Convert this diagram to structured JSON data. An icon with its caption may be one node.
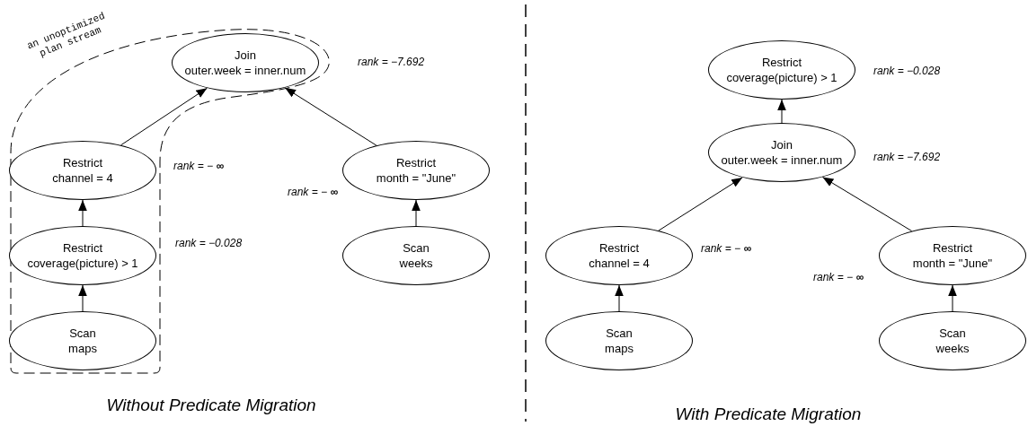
{
  "diagram": {
    "nodes": [
      {
        "text": [
          "Join",
          "outer.week = inner.num"
        ],
        "beside": [
          "rank = −7.692"
        ]
      },
      {
        "text": [
          "Restrict",
          "channel = 4"
        ],
        "beside": [
          "rank = − **∞**"
        ]
      },
      {
        "text": [
          "Restrict",
          "month = \"June\""
        ],
        "beside": [
          "rank = − **∞**"
        ]
      },
      {
        "text": [
          "Restrict",
          "coverage(picture) > 1"
        ],
        "beside": [
          "rank = −0.028"
        ]
      },
      {
        "text": [
          "Scan",
          "maps"
        ]
      },
      {
        "text": [
          "Scan",
          "weeks"
        ]
      },
      {
        "text": [
          "Restrict",
          "coverage(picture) > 1"
        ],
        "beside": [
          "rank = −0.028"
        ]
      },
      {
        "text": [
          "Join",
          "outer.week = inner.num"
        ],
        "beside": [
          "rank = −7.692"
        ]
      },
      {
        "text": [
          "Restrict",
          "channel = 4"
        ],
        "beside": [
          "rank = − **∞**"
        ]
      },
      {
        "text": [
          "Restrict",
          "month = \"June\""
        ],
        "beside": [
          "rank = − **∞**"
        ]
      },
      {
        "text": [
          "Scan",
          "maps"
        ]
      },
      {
        "text": [
          "Scan",
          "weeks"
        ]
      }
    ],
    "edges": [
      {
        "from": 1,
        "to": 0,
        "arrow": "to"
      },
      {
        "from": 2,
        "to": 0,
        "arrow": "to"
      },
      {
        "from": 3,
        "to": 1,
        "arrow": "to"
      },
      {
        "from": 4,
        "to": 3,
        "arrow": "to"
      },
      {
        "from": 5,
        "to": 2,
        "arrow": "to"
      },
      {
        "from": 7,
        "to": 6,
        "arrow": "to"
      },
      {
        "from": 8,
        "to": 7,
        "arrow": "to"
      },
      {
        "from": 9,
        "to": 7,
        "arrow": "to"
      },
      {
        "from": 10,
        "to": 8,
        "arrow": "to"
      },
      {
        "from": 11,
        "to": 9,
        "arrow": "to"
      }
    ],
    "labels": [
      "an unoptimized plan stream",
      "Without Predicate Migration",
      "With Predicate Migration"
    ]
  }
}
